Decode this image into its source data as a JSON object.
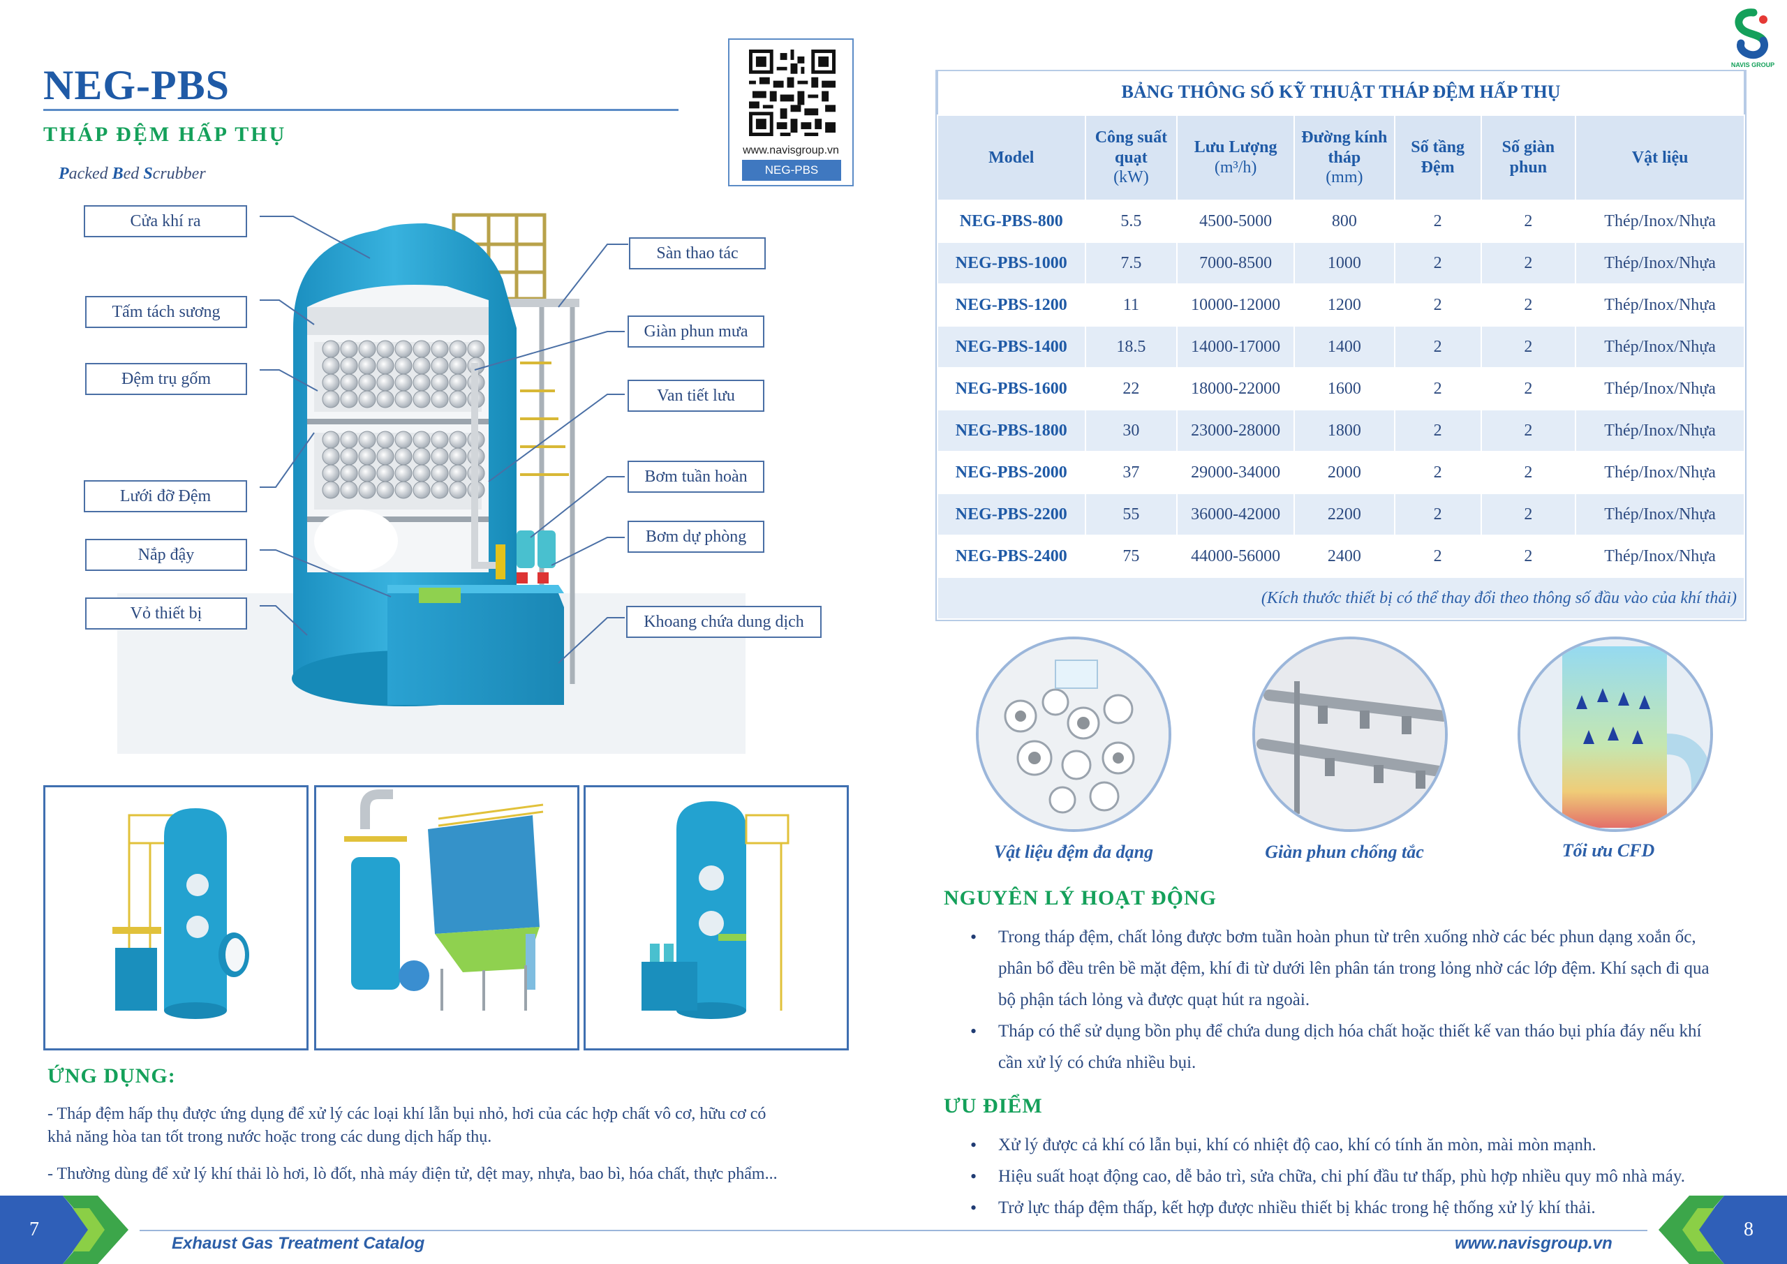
{
  "header": {
    "title": "NEG-PBS",
    "subtitle": "THÁP ĐỆM HẤP THỤ",
    "english_parts": [
      "P",
      "acked ",
      "B",
      "ed ",
      "S",
      "crubber"
    ]
  },
  "qr": {
    "url": "www.navisgroup.vn",
    "tag": "NEG-PBS"
  },
  "logo": {
    "caption": "NAVIS GROUP",
    "colors": {
      "green": "#14a05a",
      "blue": "#1f5aa6",
      "red": "#e53935"
    }
  },
  "diagram": {
    "callouts_left": [
      "Cửa khí ra",
      "Tấm tách sương",
      "Đệm trụ gốm",
      "Lưới đỡ Đệm",
      "Nắp đậy",
      "Vỏ thiết bị"
    ],
    "callouts_right": [
      "Sàn thao tác",
      "Giàn phun mưa",
      "Van tiết lưu",
      "Bơm tuần hoàn",
      "Bơm dự phòng",
      "Khoang chứa dung dịch"
    ]
  },
  "table": {
    "caption": "BẢNG THÔNG SỐ KỸ THUẬT THÁP ĐỆM HẤP THỤ",
    "headers": {
      "model": "Model",
      "power": "Công suất quạt",
      "power_unit": "(kW)",
      "flow": "Lưu Lượng",
      "flow_unit": "(m³/h)",
      "diameter": "Đường kính tháp",
      "diameter_unit": "(mm)",
      "layers": "Số tầng Đệm",
      "sprays": "Số giàn phun",
      "material": "Vật liệu"
    },
    "rows": [
      [
        "NEG-PBS-800",
        "5.5",
        "4500-5000",
        "800",
        "2",
        "2",
        "Thép/Inox/Nhựa"
      ],
      [
        "NEG-PBS-1000",
        "7.5",
        "7000-8500",
        "1000",
        "2",
        "2",
        "Thép/Inox/Nhựa"
      ],
      [
        "NEG-PBS-1200",
        "11",
        "10000-12000",
        "1200",
        "2",
        "2",
        "Thép/Inox/Nhựa"
      ],
      [
        "NEG-PBS-1400",
        "18.5",
        "14000-17000",
        "1400",
        "2",
        "2",
        "Thép/Inox/Nhựa"
      ],
      [
        "NEG-PBS-1600",
        "22",
        "18000-22000",
        "1600",
        "2",
        "2",
        "Thép/Inox/Nhựa"
      ],
      [
        "NEG-PBS-1800",
        "30",
        "23000-28000",
        "1800",
        "2",
        "2",
        "Thép/Inox/Nhựa"
      ],
      [
        "NEG-PBS-2000",
        "37",
        "29000-34000",
        "2000",
        "2",
        "2",
        "Thép/Inox/Nhựa"
      ],
      [
        "NEG-PBS-2200",
        "55",
        "36000-42000",
        "2200",
        "2",
        "2",
        "Thép/Inox/Nhựa"
      ],
      [
        "NEG-PBS-2400",
        "75",
        "44000-56000",
        "2400",
        "2",
        "2",
        "Thép/Inox/Nhựa"
      ]
    ],
    "note": "(Kích thước thiết bị có thể thay đổi theo thông số đầu vào của khí thải)"
  },
  "features": [
    "Vật liệu đệm đa dạng",
    "Giàn phun chống tắc",
    "Tối ưu CFD"
  ],
  "principle": {
    "heading": "NGUYÊN LÝ HOẠT ĐỘNG",
    "bullets": [
      [
        "Trong tháp đệm, chất lỏng được bơm tuần hoàn phun từ trên xuống nhờ các béc phun dạng xoắn ốc,",
        "phân bổ đều trên bề mặt đệm, khí đi từ dưới lên phân tán trong lỏng nhờ các lớp đệm. Khí sạch đi qua",
        "bộ phận tách lỏng và được quạt hút ra ngoài."
      ],
      [
        "Tháp có thể sử dụng bồn phụ để chứa dung dịch hóa chất hoặc thiết kế van tháo bụi phía đáy nếu khí",
        "cần xử lý có chứa nhiều bụi."
      ]
    ]
  },
  "advantages": {
    "heading": "ƯU ĐIỂM",
    "bullets": [
      "Xử lý được cả khí có lẫn bụi, khí có nhiệt độ cao, khí có tính ăn mòn, mài mòn mạnh.",
      "Hiệu suất hoạt động cao, dễ bảo trì, sửa chữa, chi phí đầu tư thấp, phù hợp nhiều quy mô nhà máy.",
      "Trở lực tháp đệm thấp, kết hợp được nhiều thiết bị khác trong hệ thống xử lý khí thải."
    ]
  },
  "application": {
    "heading": "ỨNG DỤNG:",
    "p1_line1": "- Tháp đệm hấp thụ được ứng dụng để xử lý các loại khí lẫn bụi nhỏ, hơi của các hợp chất vô cơ, hữu cơ có",
    "p1_line2": "khả năng hòa tan tốt trong nước hoặc trong các dung dịch hấp thụ.",
    "p2": "- Thường dùng để xử lý khí thải lò hơi, lò đốt, nhà máy điện tử, dệt may,  nhựa, bao bì, hóa chất, thực phẩm..."
  },
  "footer": {
    "left_page": "7",
    "right_page": "8",
    "catalog": "Exhaust Gas Treatment Catalog",
    "website": "www.navisgroup.vn"
  }
}
